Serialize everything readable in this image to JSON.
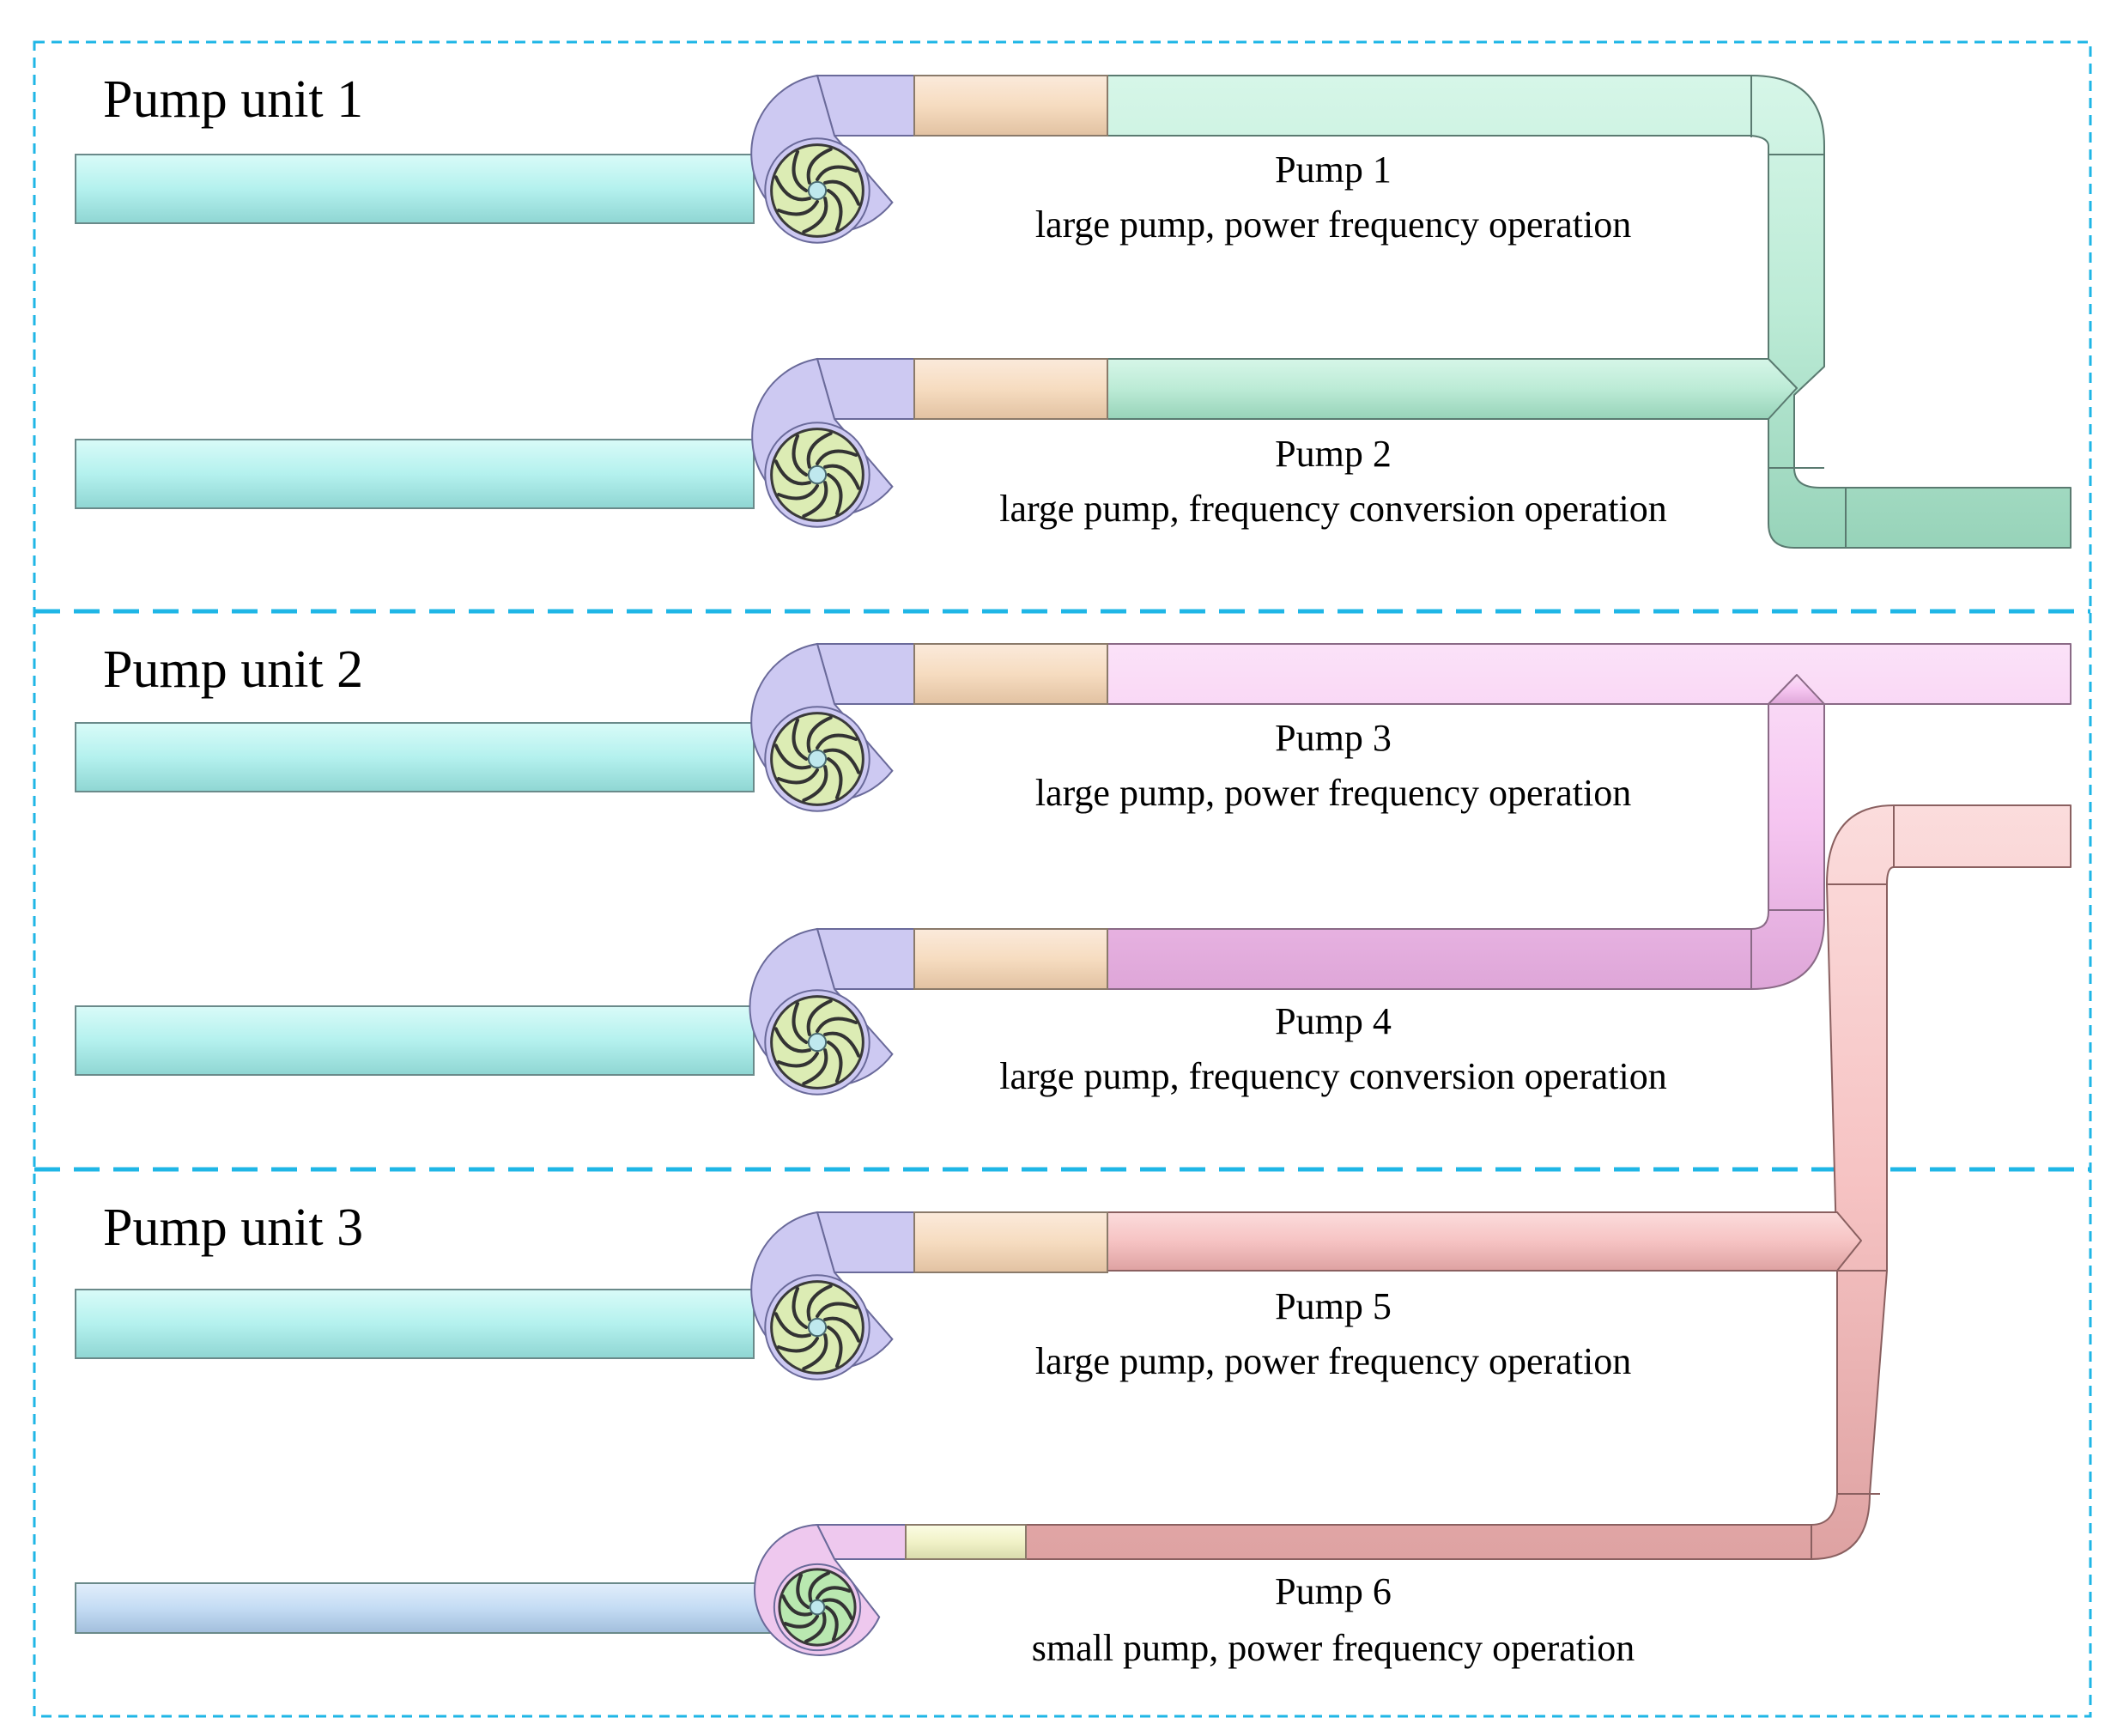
{
  "units": [
    {
      "label": "Pump unit 1"
    },
    {
      "label": "Pump unit 2"
    },
    {
      "label": "Pump unit 3"
    }
  ],
  "pumps": [
    {
      "name": "Pump 1",
      "description": "large pump, power frequency operation"
    },
    {
      "name": "Pump 2",
      "description": "large pump, frequency conversion operation"
    },
    {
      "name": "Pump 3",
      "description": "large pump, power frequency operation"
    },
    {
      "name": "Pump 4",
      "description": "large pump, frequency conversion operation"
    },
    {
      "name": "Pump 5",
      "description": "large pump, power frequency operation"
    },
    {
      "name": "Pump 6",
      "description": "small pump, power frequency operation"
    }
  ],
  "colors": {
    "frame": "#1fb6e6",
    "inlet": "#b6f2ef",
    "inlet_small": "#c4dcf4",
    "volute": "#cdc9f2",
    "volute_small": "#eec8ee",
    "impeller": "#dcecb4",
    "impeller_small": "#b9e8b0",
    "segment": "#f6dcc0",
    "segment_small": "#f1f2c8",
    "header_unit1": "#bcebd6",
    "header_unit2": "#f6c6f1",
    "header_unit3": "#f6c3c3"
  }
}
